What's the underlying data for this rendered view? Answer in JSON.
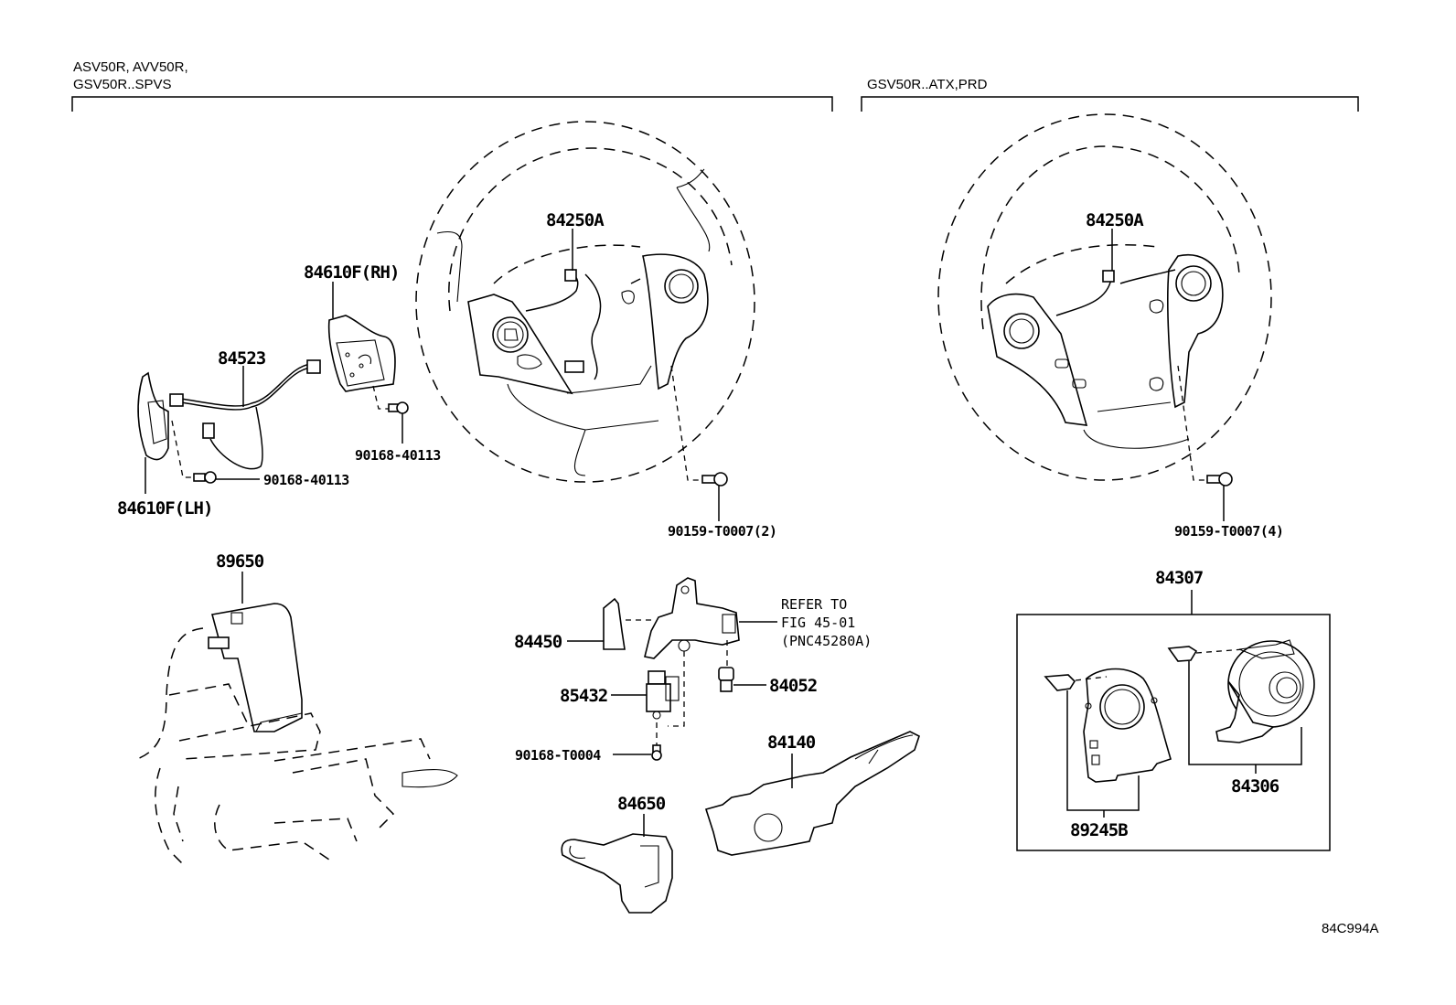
{
  "diagram": {
    "headers": {
      "left_line1": "ASV50R, AVV50R,",
      "left_line2": "GSV50R..SPVS",
      "right": "GSV50R..ATX,PRD"
    },
    "labels": {
      "steering_left": "84250A",
      "steering_right": "84250A",
      "switch_rh": "84610F(RH)",
      "switch_lh": "84610F(LH)",
      "wire_harness": "84523",
      "screw_rh": "90168-40113",
      "screw_lh": "90168-40113",
      "bolt_left": "90159-T0007(2)",
      "bolt_right": "90159-T0007(4)",
      "ecu": "89650",
      "lock_cylinder": "84450",
      "key_switch": "85432",
      "screw_t0004": "90168-T0004",
      "bulb": "84052",
      "combo_switch": "84140",
      "wiper_switch": "84650",
      "spiral_assy": "84307",
      "spiral_cable": "84306",
      "angle_sensor": "89245B"
    },
    "refer_note": {
      "line1": "REFER TO",
      "line2": "FIG 45-01",
      "line3": "(PNC45280A)"
    },
    "figure_code": "84C994A"
  }
}
